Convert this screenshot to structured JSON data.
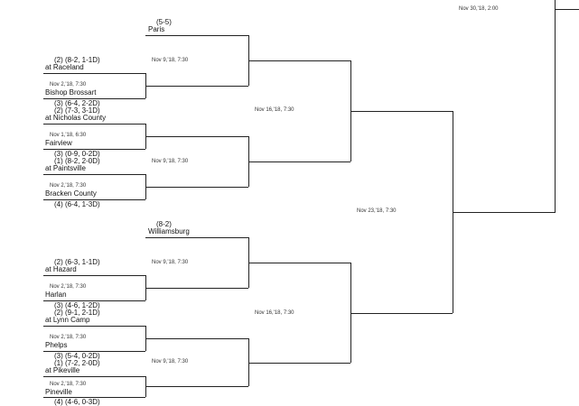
{
  "top_half": {
    "bye": {
      "record": "(5-5)",
      "name": "Paris"
    },
    "games": [
      {
        "home_record": "(2) (8-2, 1-1D)",
        "home": "at Raceland",
        "date": "Nov 2,'18, 7:30",
        "away": "Bishop Brossart",
        "away_record": "(3) (6-4, 2-2D)"
      },
      {
        "home_record": "(2) (7-3, 3-1D)",
        "home": "at Nicholas County",
        "date": "Nov 1,'18, 6:30",
        "away": "Fairview",
        "away_record": "(3) (0-9, 0-2D)"
      },
      {
        "home_record": "(1) (8-2, 2-0D)",
        "home": "at Paintsville",
        "date": "Nov 2,'18, 7:30",
        "away": "Bracken County",
        "away_record": "(4) (6-4, 1-3D)"
      }
    ],
    "round2_dates": [
      "Nov 9,'18, 7:30",
      "Nov 9,'18, 7:30"
    ],
    "round3_date": "Nov 16,'18, 7:30"
  },
  "bottom_half": {
    "bye": {
      "record": "(8-2)",
      "name": "Williamsburg"
    },
    "games": [
      {
        "home_record": "(2) (6-3, 1-1D)",
        "home": "at Hazard",
        "date": "Nov 2,'18, 7:30",
        "away": "Harlan",
        "away_record": "(3) (4-6, 1-2D)"
      },
      {
        "home_record": "(2) (9-1, 2-1D)",
        "home": "at Lynn Camp",
        "date": "Nov 2,'18, 7:30",
        "away": "Phelps",
        "away_record": "(3) (5-4, 0-2D)"
      },
      {
        "home_record": "(1) (7-2, 2-0D)",
        "home": "at Pikeville",
        "date": "Nov 2,'18, 7:30",
        "away": "Pineville",
        "away_record": "(4) (4-6, 0-3D)"
      }
    ],
    "round2_dates": [
      "Nov 9,'18, 7:30",
      "Nov 9,'18, 7:30"
    ],
    "round3_date": "Nov 16,'18, 7:30"
  },
  "round4_date": "Nov 23,'18, 7:30",
  "final_date": "Nov 30,'18, 2:00"
}
